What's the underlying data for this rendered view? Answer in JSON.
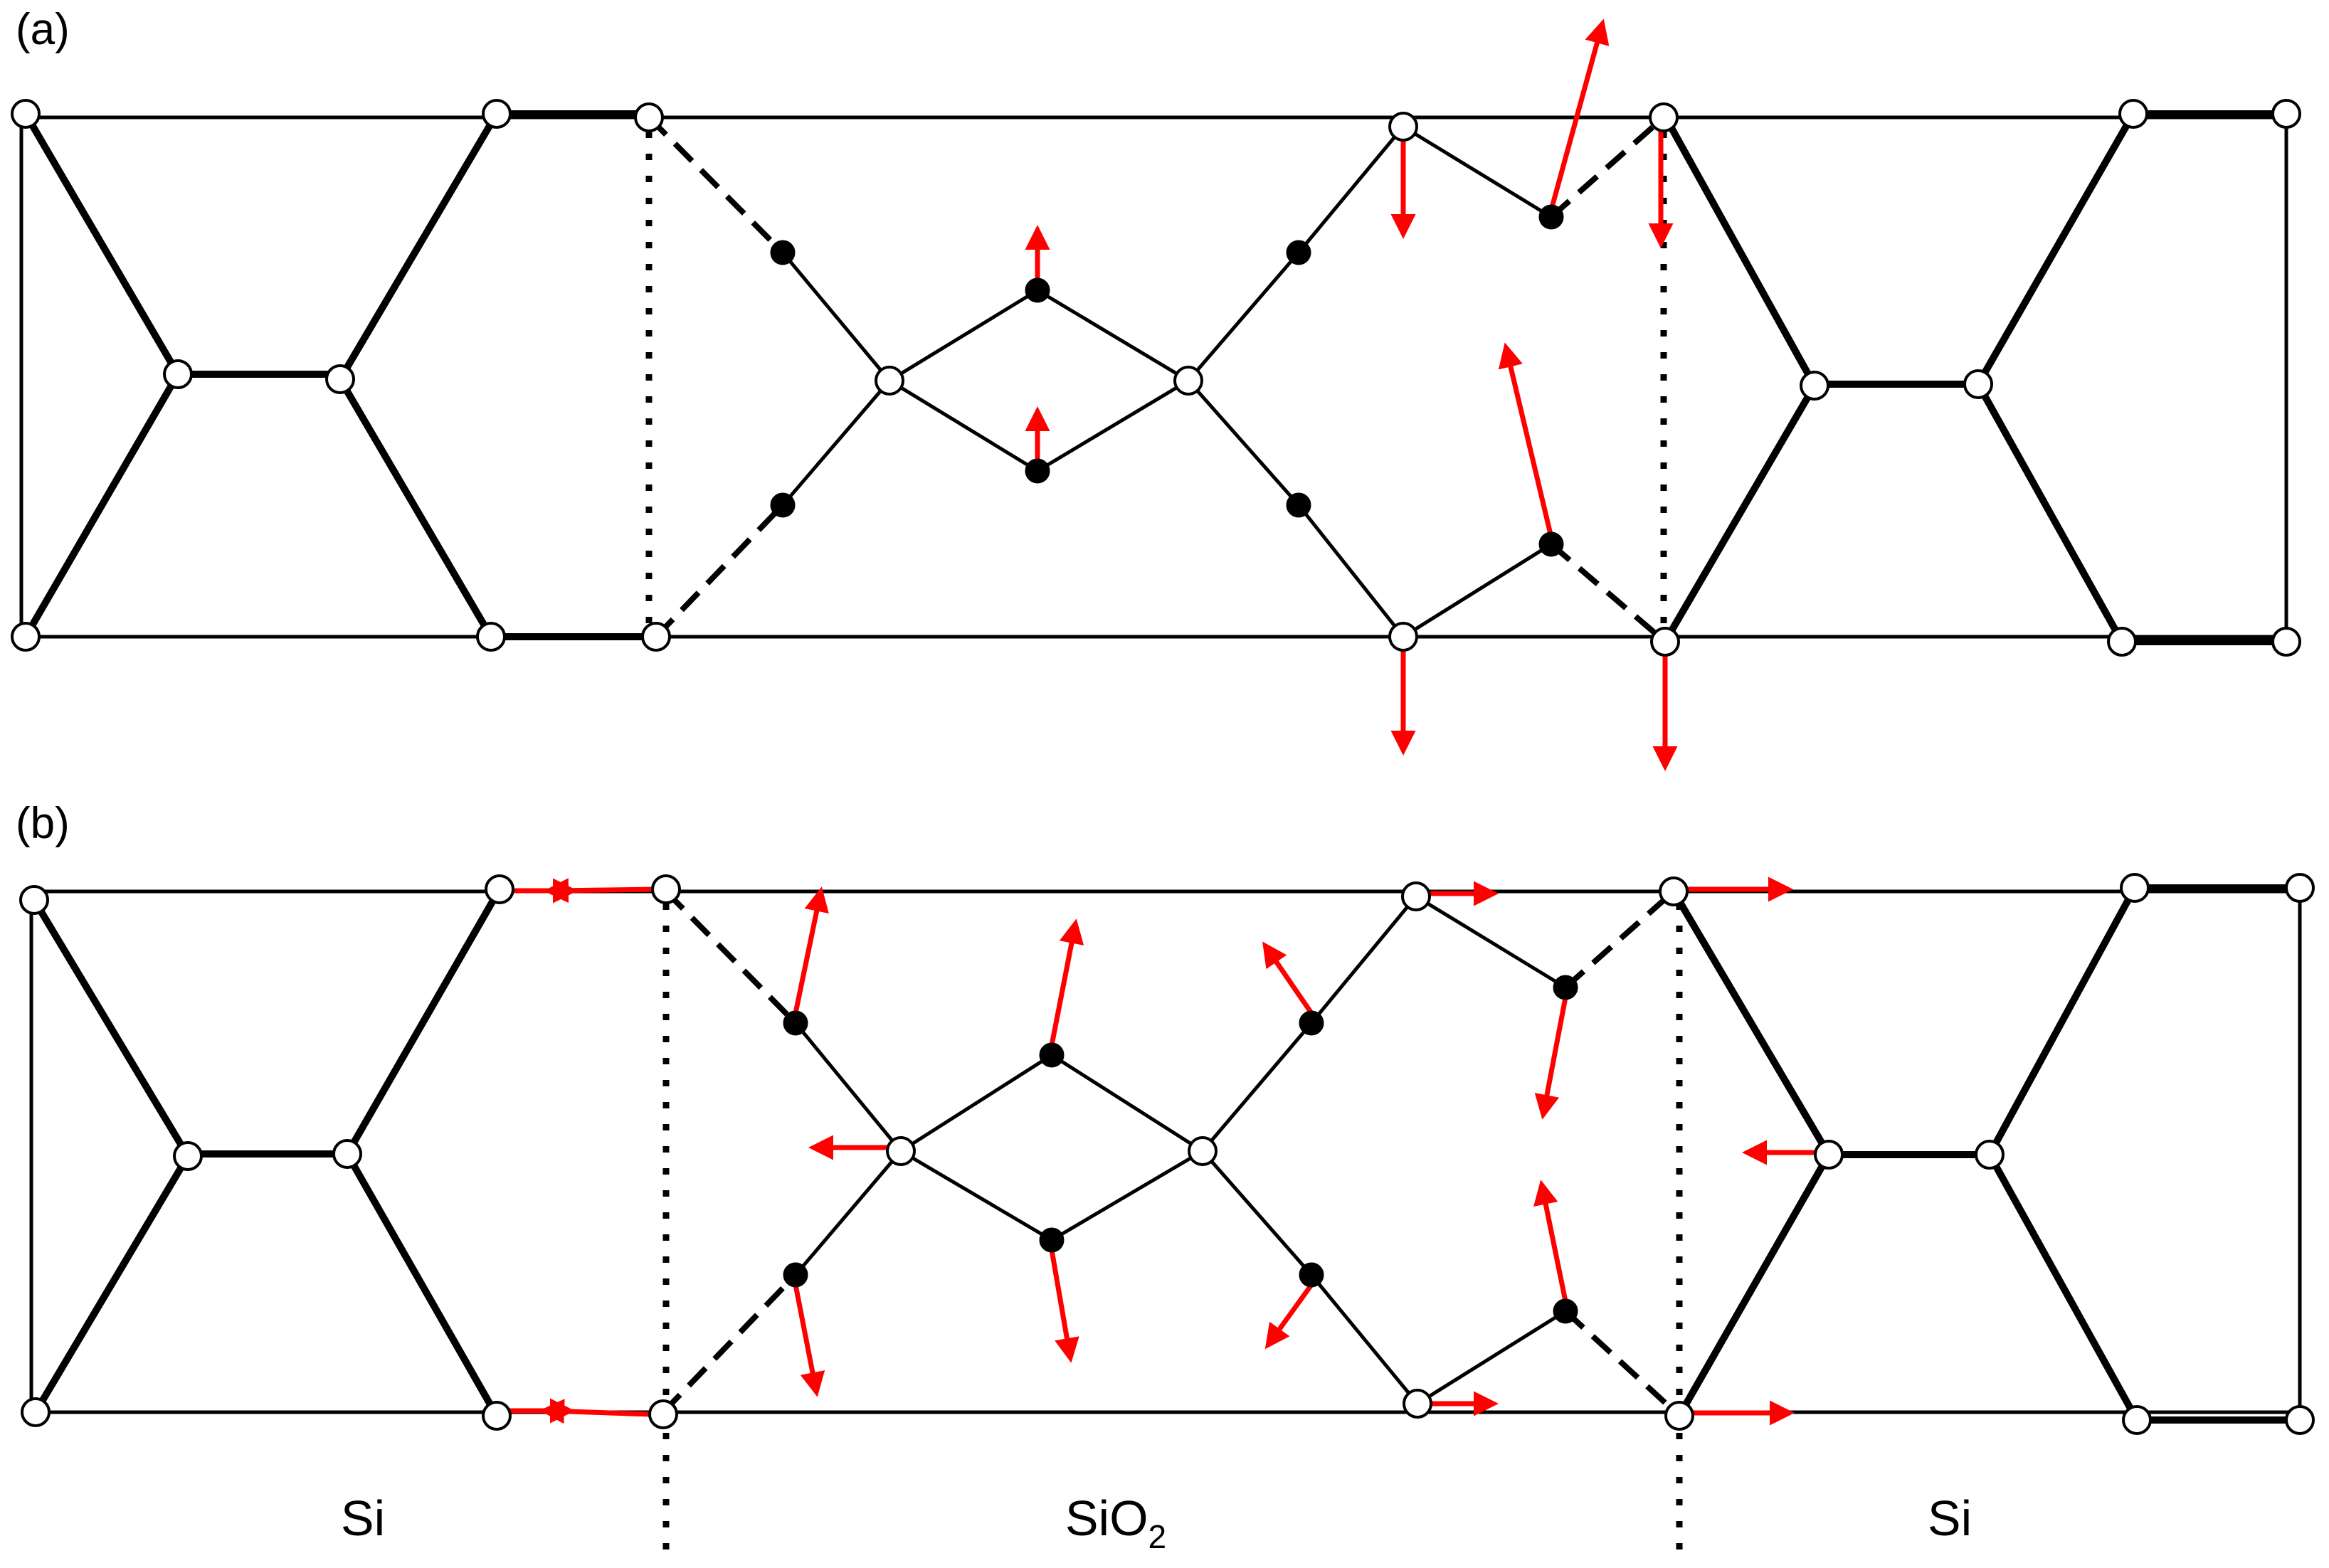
{
  "panels": [
    {
      "id": "a",
      "label": "(a)"
    },
    {
      "id": "b",
      "label": "(b)"
    }
  ],
  "regions": {
    "left": "Si",
    "middle_base": "SiO",
    "middle_sub": "2",
    "right": "Si"
  },
  "colors": {
    "arrow": "#ff0000",
    "bond": "#000000",
    "silicon_atom_fill": "#ffffff",
    "oxygen_atom_fill": "#000000"
  }
}
